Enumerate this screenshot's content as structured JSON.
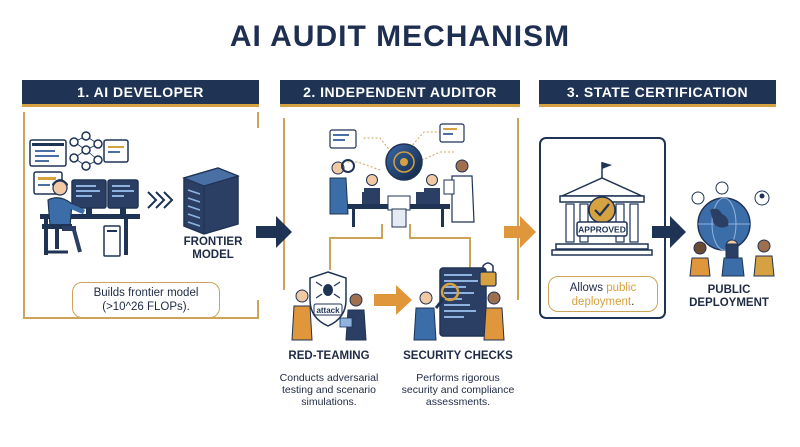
{
  "title": "AI AUDIT MECHANISM",
  "stages": [
    {
      "header": "1. AI DEVELOPER",
      "model_label": "FRONTIER MODEL",
      "callout": "Builds frontier model (>10^26 FLOPs)."
    },
    {
      "header": "2. INDEPENDENT AUDITOR",
      "sub_steps": [
        {
          "label": "RED-TEAMING",
          "badge": "attack",
          "description": "Conducts adversarial testing and scenario simulations."
        },
        {
          "label": "SECURITY CHECKS",
          "description": "Performs rigorous security and compliance assessments."
        }
      ]
    },
    {
      "header": "3. STATE CERTIFICATION",
      "stamp": "APPROVED",
      "callout_prefix": "Allows ",
      "callout_highlight": "public deployment",
      "callout_suffix": "."
    }
  ],
  "outcome": {
    "label": "PUBLIC DEPLOYMENT"
  },
  "colors": {
    "navy": "#1f3355",
    "gold": "#d5a141",
    "orange": "#e0963a"
  }
}
